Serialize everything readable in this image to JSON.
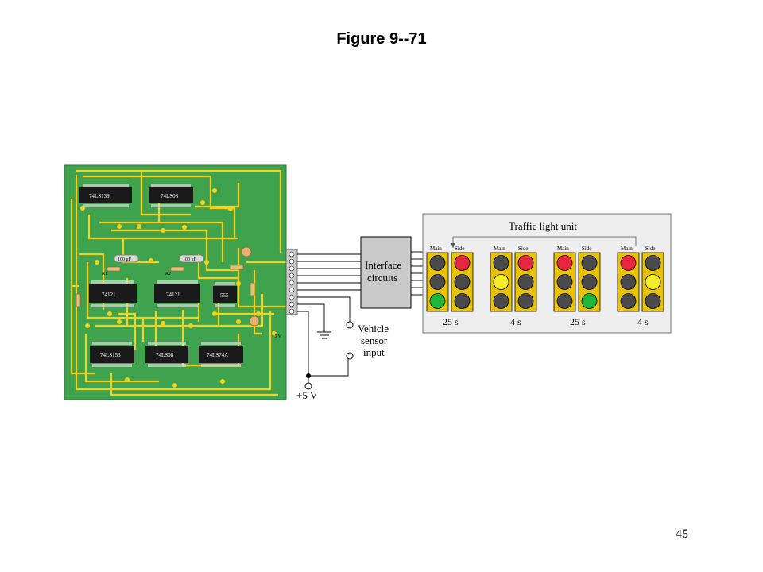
{
  "title": "Figure 9--71",
  "page_number": "45",
  "pcb": {
    "chips": [
      "74LS139",
      "74LS08",
      "74121",
      "74121",
      "555",
      "74LS153",
      "74LS08",
      "74LS74A"
    ],
    "capacitors": [
      "100 μF",
      "100 μF"
    ],
    "resistors": [
      "R1",
      "R2"
    ],
    "voltage_label": "+5 V"
  },
  "interface": {
    "line1": "Interface",
    "line2": "circuits"
  },
  "ground_label": "",
  "sensor": {
    "line1": "Vehicle",
    "line2": "sensor",
    "line3": "input"
  },
  "supply_label": "+5 V",
  "traffic_unit": {
    "title": "Traffic light unit",
    "states": [
      {
        "main_label": "Main",
        "side_label": "Side",
        "duration": "25 s",
        "main": "green",
        "side": "red"
      },
      {
        "main_label": "Main",
        "side_label": "Side",
        "duration": "4 s",
        "main": "yellow",
        "side": "red"
      },
      {
        "main_label": "Main",
        "side_label": "Side",
        "duration": "25 s",
        "main": "red",
        "side": "green"
      },
      {
        "main_label": "Main",
        "side_label": "Side",
        "duration": "4 s",
        "main": "red",
        "side": "yellow"
      }
    ]
  },
  "colors": {
    "board": "#3fa34d",
    "trace": "#f2d21c",
    "chip": "#1a1a1a",
    "housing": "#e9c200",
    "lamp_off": "#4a4a4a",
    "red": "#e8263f",
    "yellow": "#f5ef2a",
    "green": "#1fb83a"
  }
}
